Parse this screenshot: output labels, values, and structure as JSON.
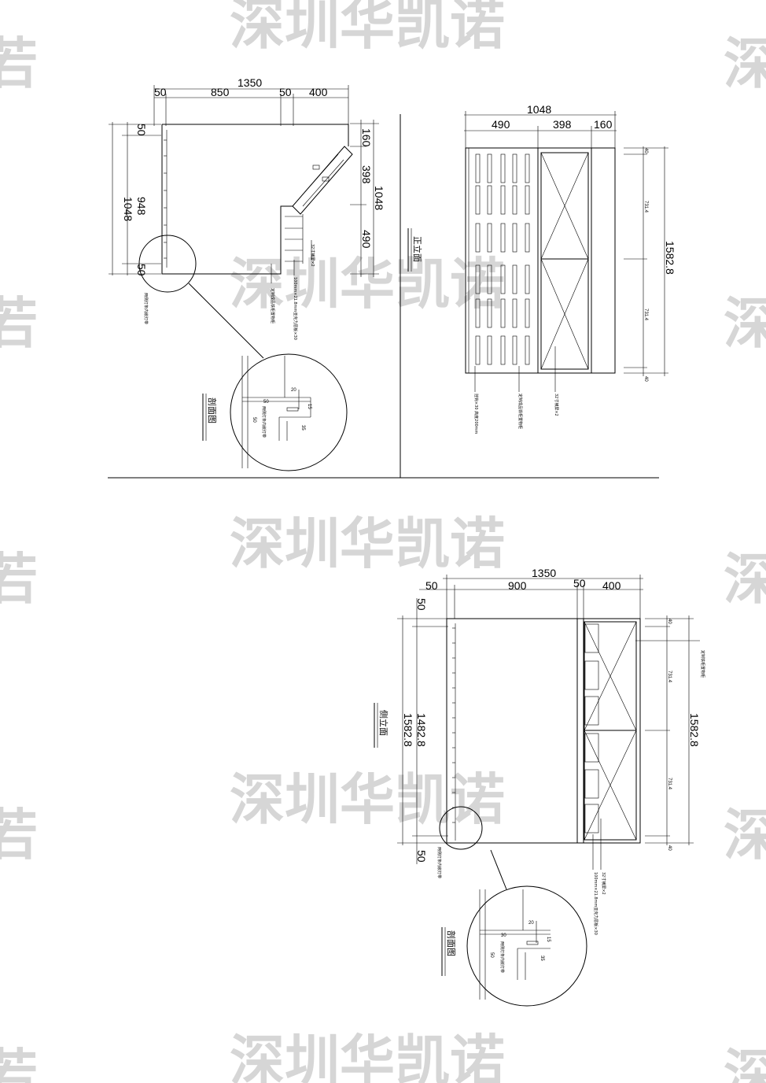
{
  "watermark": {
    "text": "深圳华凯诺",
    "edge_left": "若",
    "edge_right": "深"
  },
  "plan": {
    "overall_width": "1350",
    "segments": [
      "50",
      "850",
      "50",
      "400"
    ],
    "left_overall": "1048",
    "left_inner": "948",
    "left_top": "50",
    "left_bottom": "50",
    "right_segments": [
      "160",
      "398",
      "490"
    ],
    "right_overall": "1048",
    "label_vertical": "32寸横屏×2",
    "label_mic": "100mm×21.8mm亚克力层板×30",
    "label_shelf": "定制成品铁柜置物柜",
    "label_strip": "两侧灯条内嵌灯带",
    "section_title": "剖面图",
    "section_dims": [
      "20",
      "50",
      "15",
      "35",
      "50"
    ],
    "section_note": "两侧灯条内嵌灯带"
  },
  "front": {
    "overall_width": "1048",
    "segments": [
      "490",
      "398",
      "160"
    ],
    "height_overall": "1582.8",
    "height_parts": [
      "40",
      "731.4",
      "731.4",
      "40"
    ],
    "title": "正立面",
    "label_shelf": "挂钩×30  高度200mm",
    "label_glass": "定制成品铁柜置物柜",
    "label_screen": "32寸横屏×2"
  },
  "side": {
    "overall_width": "1350",
    "segments": [
      "50",
      "900",
      "50",
      "400"
    ],
    "top": "50",
    "inner": "1482.8",
    "overall": "1582.8",
    "bottom": "50",
    "right_overall": "1582.8",
    "right_parts": [
      "40",
      "731.4",
      "731.4",
      "40"
    ],
    "title": "侧立面",
    "label_strip": "两侧灯条内嵌灯带",
    "label_right": "定制铁柜置物柜",
    "label_screen": "32寸横屏×2",
    "label_board": "100mm×21.8mm亚克力层板×30",
    "section_title": "剖面图",
    "section_dims": [
      "20",
      "30",
      "15",
      "35",
      "50"
    ],
    "section_note": "两侧灯条内嵌灯带"
  }
}
